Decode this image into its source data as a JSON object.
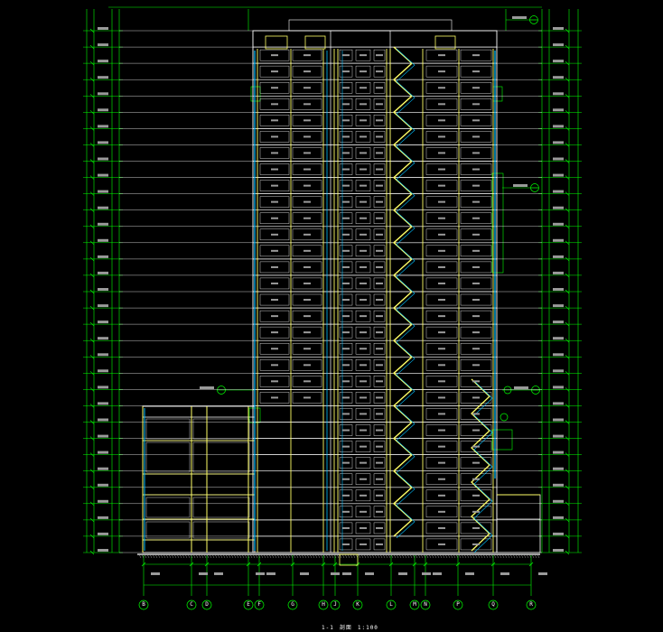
{
  "drawing": {
    "title_number": "1-1",
    "title_text": "剖面",
    "scale_text": "1:100",
    "colors": {
      "background": "#000000",
      "grid_green": "#00ff00",
      "floor_white": "#ffffff",
      "section_yellow": "#ffff66",
      "glass_cyan": "#00bfff",
      "tag_grey": "#9a9a9a"
    }
  },
  "grid_axes": {
    "labels": [
      "B",
      "C",
      "D",
      "E",
      "F",
      "G",
      "H",
      "J",
      "K",
      "L",
      "M",
      "N",
      "P",
      "Q",
      "R"
    ]
  }
}
